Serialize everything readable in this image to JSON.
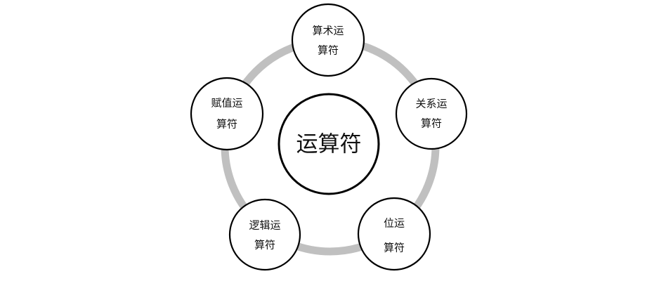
{
  "center": {
    "label": "运算符"
  },
  "nodes": [
    {
      "id": "arithmetic",
      "line1": "算术运",
      "line2": "算符"
    },
    {
      "id": "relational",
      "line1": "关系运",
      "line2": "算符"
    },
    {
      "id": "bitwise",
      "line1": "位运",
      "line2": "算符"
    },
    {
      "id": "logical",
      "line1": "逻辑运",
      "line2": "算符"
    },
    {
      "id": "assignment",
      "line1": "赋值运",
      "line2": "算符"
    }
  ],
  "colors": {
    "ring": "#c0c0c0",
    "stroke": "#000000",
    "fill": "#ffffff",
    "text": "#111111"
  }
}
